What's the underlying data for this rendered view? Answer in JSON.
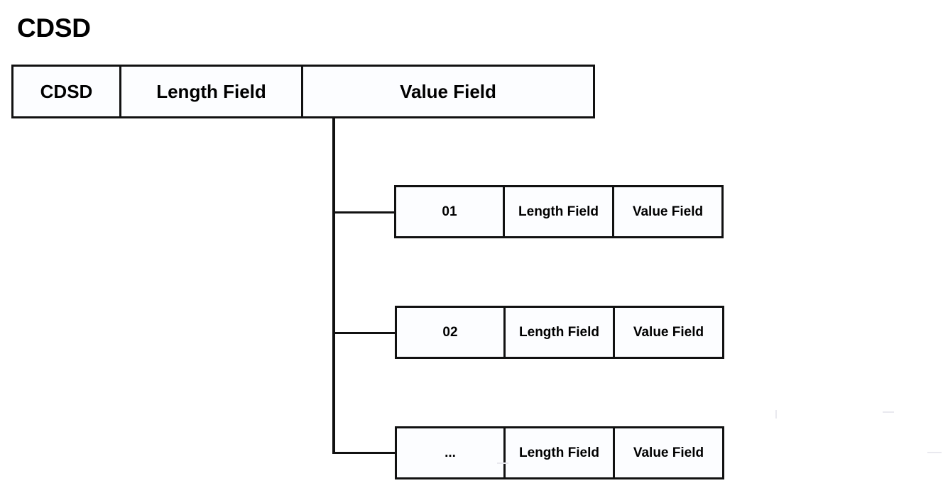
{
  "title": "CDSD",
  "top_row": {
    "cells": [
      {
        "label": "CDSD",
        "role": "tag"
      },
      {
        "label": "Length Field",
        "role": "length"
      },
      {
        "label": "Value Field",
        "role": "value"
      }
    ]
  },
  "sub_rows": [
    {
      "cells": [
        {
          "label": "01",
          "role": "tag"
        },
        {
          "label": "Length Field",
          "role": "length"
        },
        {
          "label": "Value Field",
          "role": "value"
        }
      ]
    },
    {
      "cells": [
        {
          "label": "02",
          "role": "tag"
        },
        {
          "label": "Length Field",
          "role": "length"
        },
        {
          "label": "Value Field",
          "role": "value"
        }
      ]
    },
    {
      "cells": [
        {
          "label": "...",
          "role": "tag"
        },
        {
          "label": "Length Field",
          "role": "length"
        },
        {
          "label": "Value Field",
          "role": "value"
        }
      ]
    }
  ],
  "colors": {
    "stroke": "#111111",
    "box_fill": "#fcfdff",
    "background": "#ffffff",
    "text": "#000000"
  }
}
